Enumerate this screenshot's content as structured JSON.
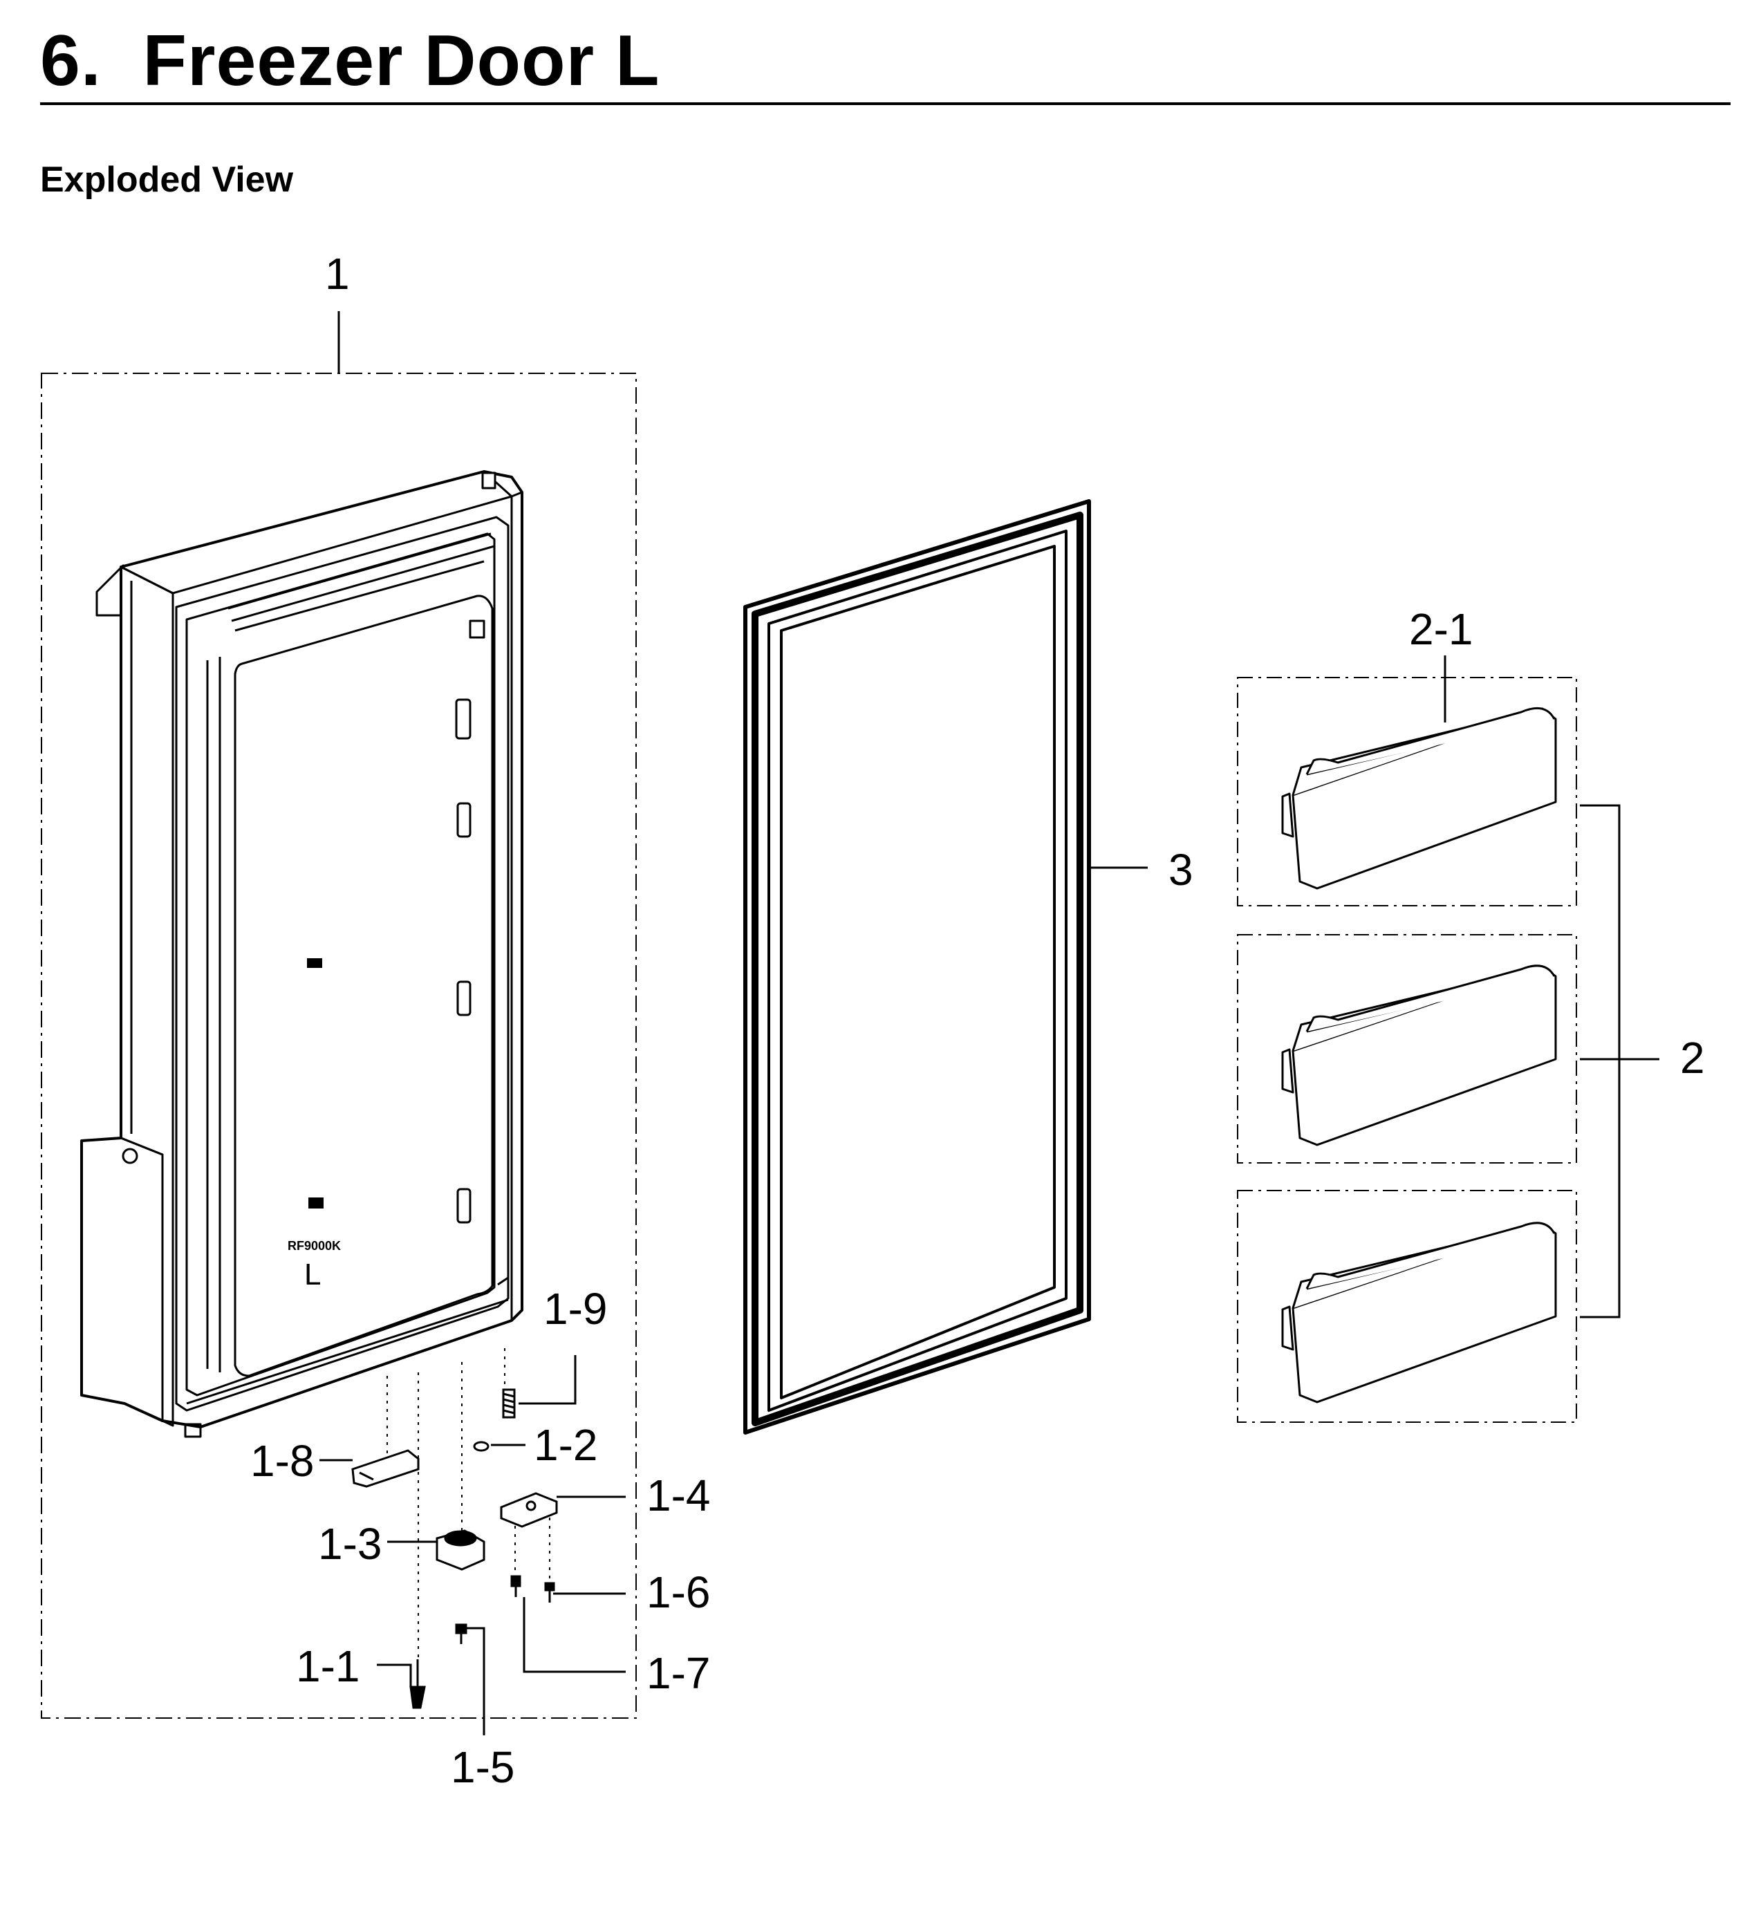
{
  "title": "6.  Freezer Door L",
  "section": "Exploded View",
  "door_marking": {
    "model": "RF9000K",
    "side": "L"
  },
  "callouts": {
    "door_assembly": "1",
    "hinge_pin": "1-1",
    "washer": "1-2",
    "hinge_bushing": "1-3",
    "hinge_bracket": "1-4",
    "screw_1_5": "1-5",
    "screw_1_6": "1-6",
    "screw_1_7": "1-7",
    "door_stop": "1-8",
    "spring": "1-9",
    "bin_group": "2",
    "bin": "2-1",
    "gasket": "3"
  }
}
